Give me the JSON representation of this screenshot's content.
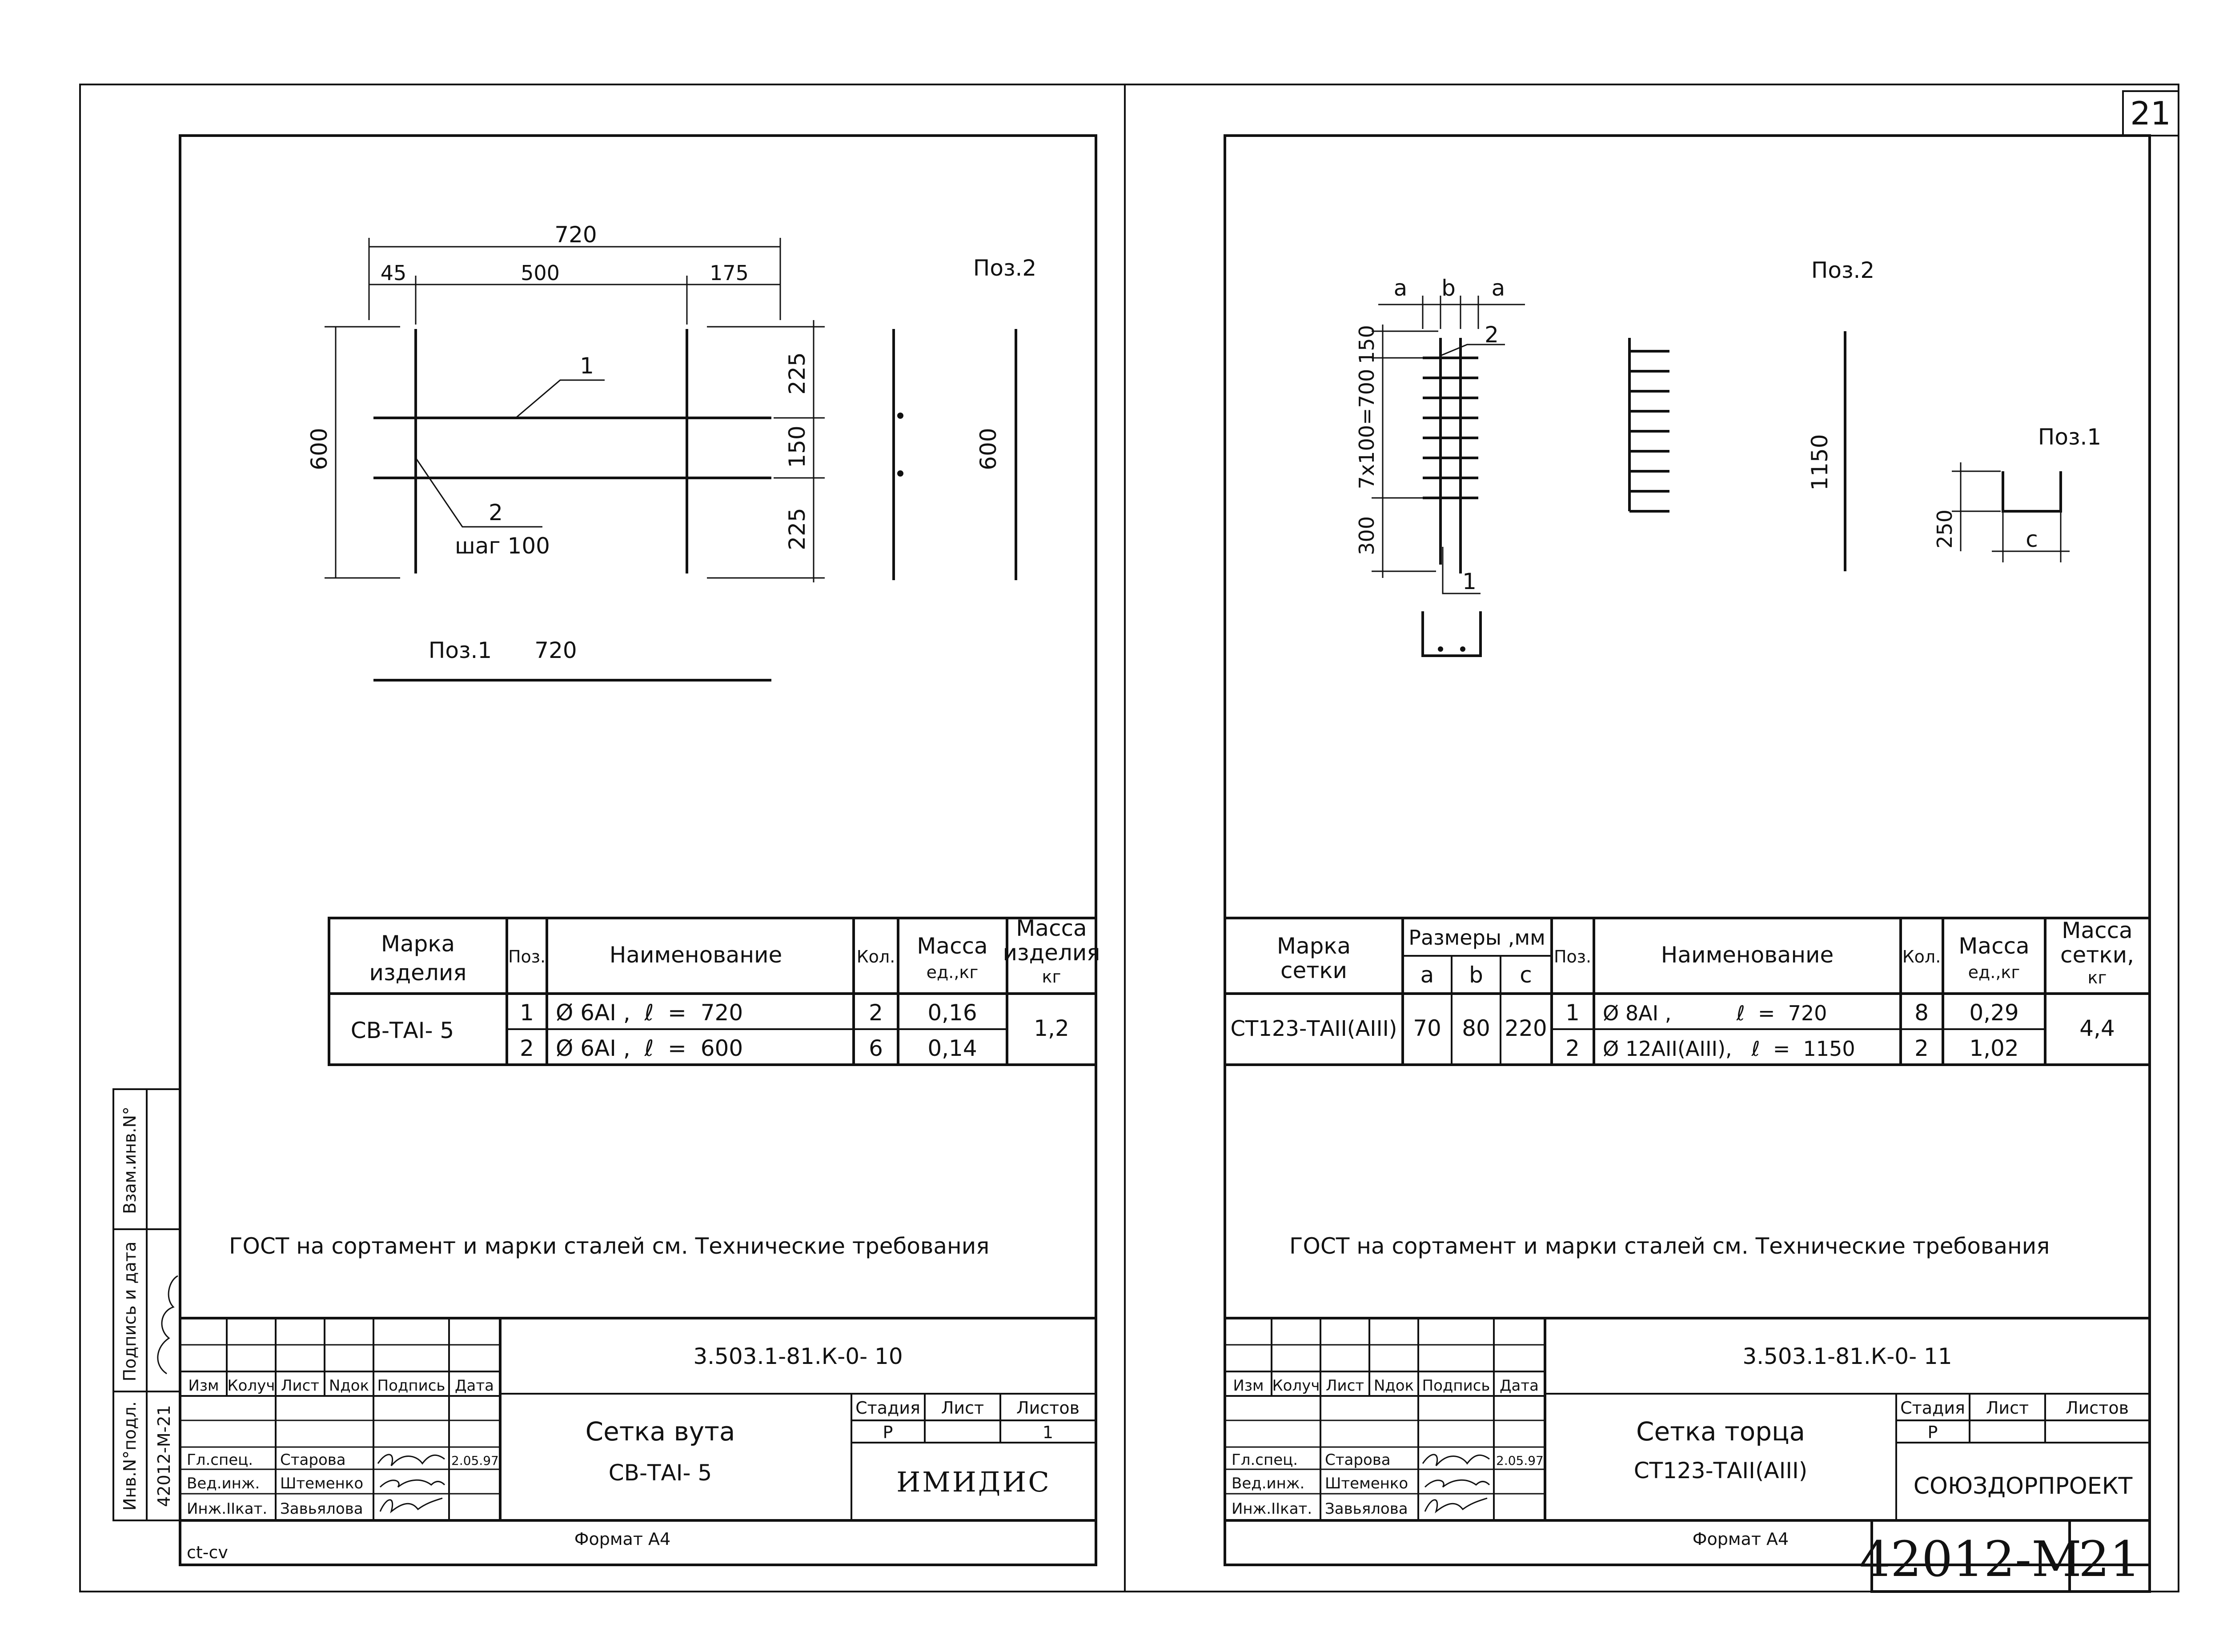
{
  "page_number": "21",
  "format_label": "Формат А4",
  "bottom_code": "42012-М",
  "bottom_sheet_no": "21",
  "cv_mark": "ct-cv",
  "side_stamp": {
    "inv_no_label": "Инв.N°подл.",
    "inv_no_value": "42012-М-21",
    "sign_date_label": "Подпись и дата",
    "vzam_label": "Взам.инв.N°"
  },
  "sheet1": {
    "drawing": {
      "dim_total_w": "720",
      "dim_45": "45",
      "dim_500": "500",
      "dim_175": "175",
      "dim_height": "600",
      "dim_225_top": "225",
      "dim_150": "150",
      "dim_225_bottom": "225",
      "leader_1": "1",
      "leader_2": "2",
      "step_label": "шаг 100",
      "pos2_label": "Поз.2",
      "pos2_len": "600",
      "pos1_label": "Поз.1",
      "pos1_len": "720"
    },
    "spec": {
      "h_mark": "Марка изделия",
      "h_pos": "Поз.",
      "h_name": "Наименование",
      "h_qty": "Кол.",
      "h_mass_unit": "Масса ед.,кг",
      "h_mass_item": "Масса изделия кг",
      "mark": "СВ-ТАI- 5",
      "rows": [
        {
          "pos": "1",
          "name": "Ø 6АI ,  ℓ  =  720",
          "qty": "2",
          "mass": "0,16"
        },
        {
          "pos": "2",
          "name": "Ø 6АI ,  ℓ  =  600",
          "qty": "6",
          "mass": "0,14"
        }
      ],
      "total_mass": "1,2"
    },
    "gost_note": "ГОСТ на сортамент и марки сталей см. Технические требования",
    "title_block": {
      "code": "3.503.1-81.К-0- 10",
      "h_izm": "Изм",
      "h_koluch": "Колуч",
      "h_list": "Лист",
      "h_ndok": "Nдок",
      "h_podpis": "Подпись",
      "h_data": "Дата",
      "r1_role": "Гл.спец.",
      "r1_name": "Старова",
      "r1_date": "2.05.97",
      "r2_role": "Вед.инж.",
      "r2_name": "Штеменко",
      "r3_role": "Инж.IIкат.",
      "r3_name": "Завьялова",
      "title_line1": "Сетка вута",
      "title_line2": "СВ-ТАI- 5",
      "h_stadia": "Стадия",
      "h_sheet": "Лист",
      "h_sheets": "Листов",
      "stadia": "Р",
      "sheets": "1",
      "org": "ИМИДИС"
    }
  },
  "sheet2": {
    "drawing": {
      "dim_a1": "a",
      "dim_b": "b",
      "dim_a2": "a",
      "dim_150": "150",
      "dim_7x100": "7х100=700",
      "dim_300": "300",
      "leader_2": "2",
      "leader_1": "1",
      "pos2_label": "Поз.2",
      "pos2_len": "1150",
      "pos1_label": "Поз.1",
      "dim_250": "250",
      "dim_c": "c"
    },
    "spec": {
      "h_mark": "Марка сетки",
      "h_sizes": "Размеры ,мм",
      "h_a": "a",
      "h_b": "b",
      "h_c": "c",
      "h_pos": "Поз.",
      "h_name": "Наименование",
      "h_qty": "Кол.",
      "h_mass_unit": "Масса ед.,кг",
      "h_mass_mesh": "Масса сетки, кг",
      "mark": "СТ123-ТАII(АIII)",
      "a": "70",
      "b": "80",
      "c": "220",
      "rows": [
        {
          "pos": "1",
          "name": "Ø 8АI ,          ℓ  =  720",
          "qty": "8",
          "mass": "0,29"
        },
        {
          "pos": "2",
          "name": "Ø 12АII(АIII),   ℓ  =  1150",
          "qty": "2",
          "mass": "1,02"
        }
      ],
      "total_mass": "4,4"
    },
    "gost_note": "ГОСТ на сортамент и марки сталей см. Технические требования",
    "title_block": {
      "code": "3.503.1-81.К-0- 11",
      "h_izm": "Изм",
      "h_koluch": "Колуч",
      "h_list": "Лист",
      "h_ndok": "Nдок",
      "h_podpis": "Подпись",
      "h_data": "Дата",
      "r1_role": "Гл.спец.",
      "r1_name": "Старова",
      "r1_date": "2.05.97",
      "r2_role": "Вед.инж.",
      "r2_name": "Штеменко",
      "r3_role": "Инж.IIкат.",
      "r3_name": "Завьялова",
      "title_line1": "Сетка торца",
      "title_line2": "СТ123-ТАII(АIII)",
      "h_stadia": "Стадия",
      "h_sheet": "Лист",
      "h_sheets": "Листов",
      "stadia": "Р",
      "org": "СОЮЗДОРПРОЕКТ"
    }
  }
}
